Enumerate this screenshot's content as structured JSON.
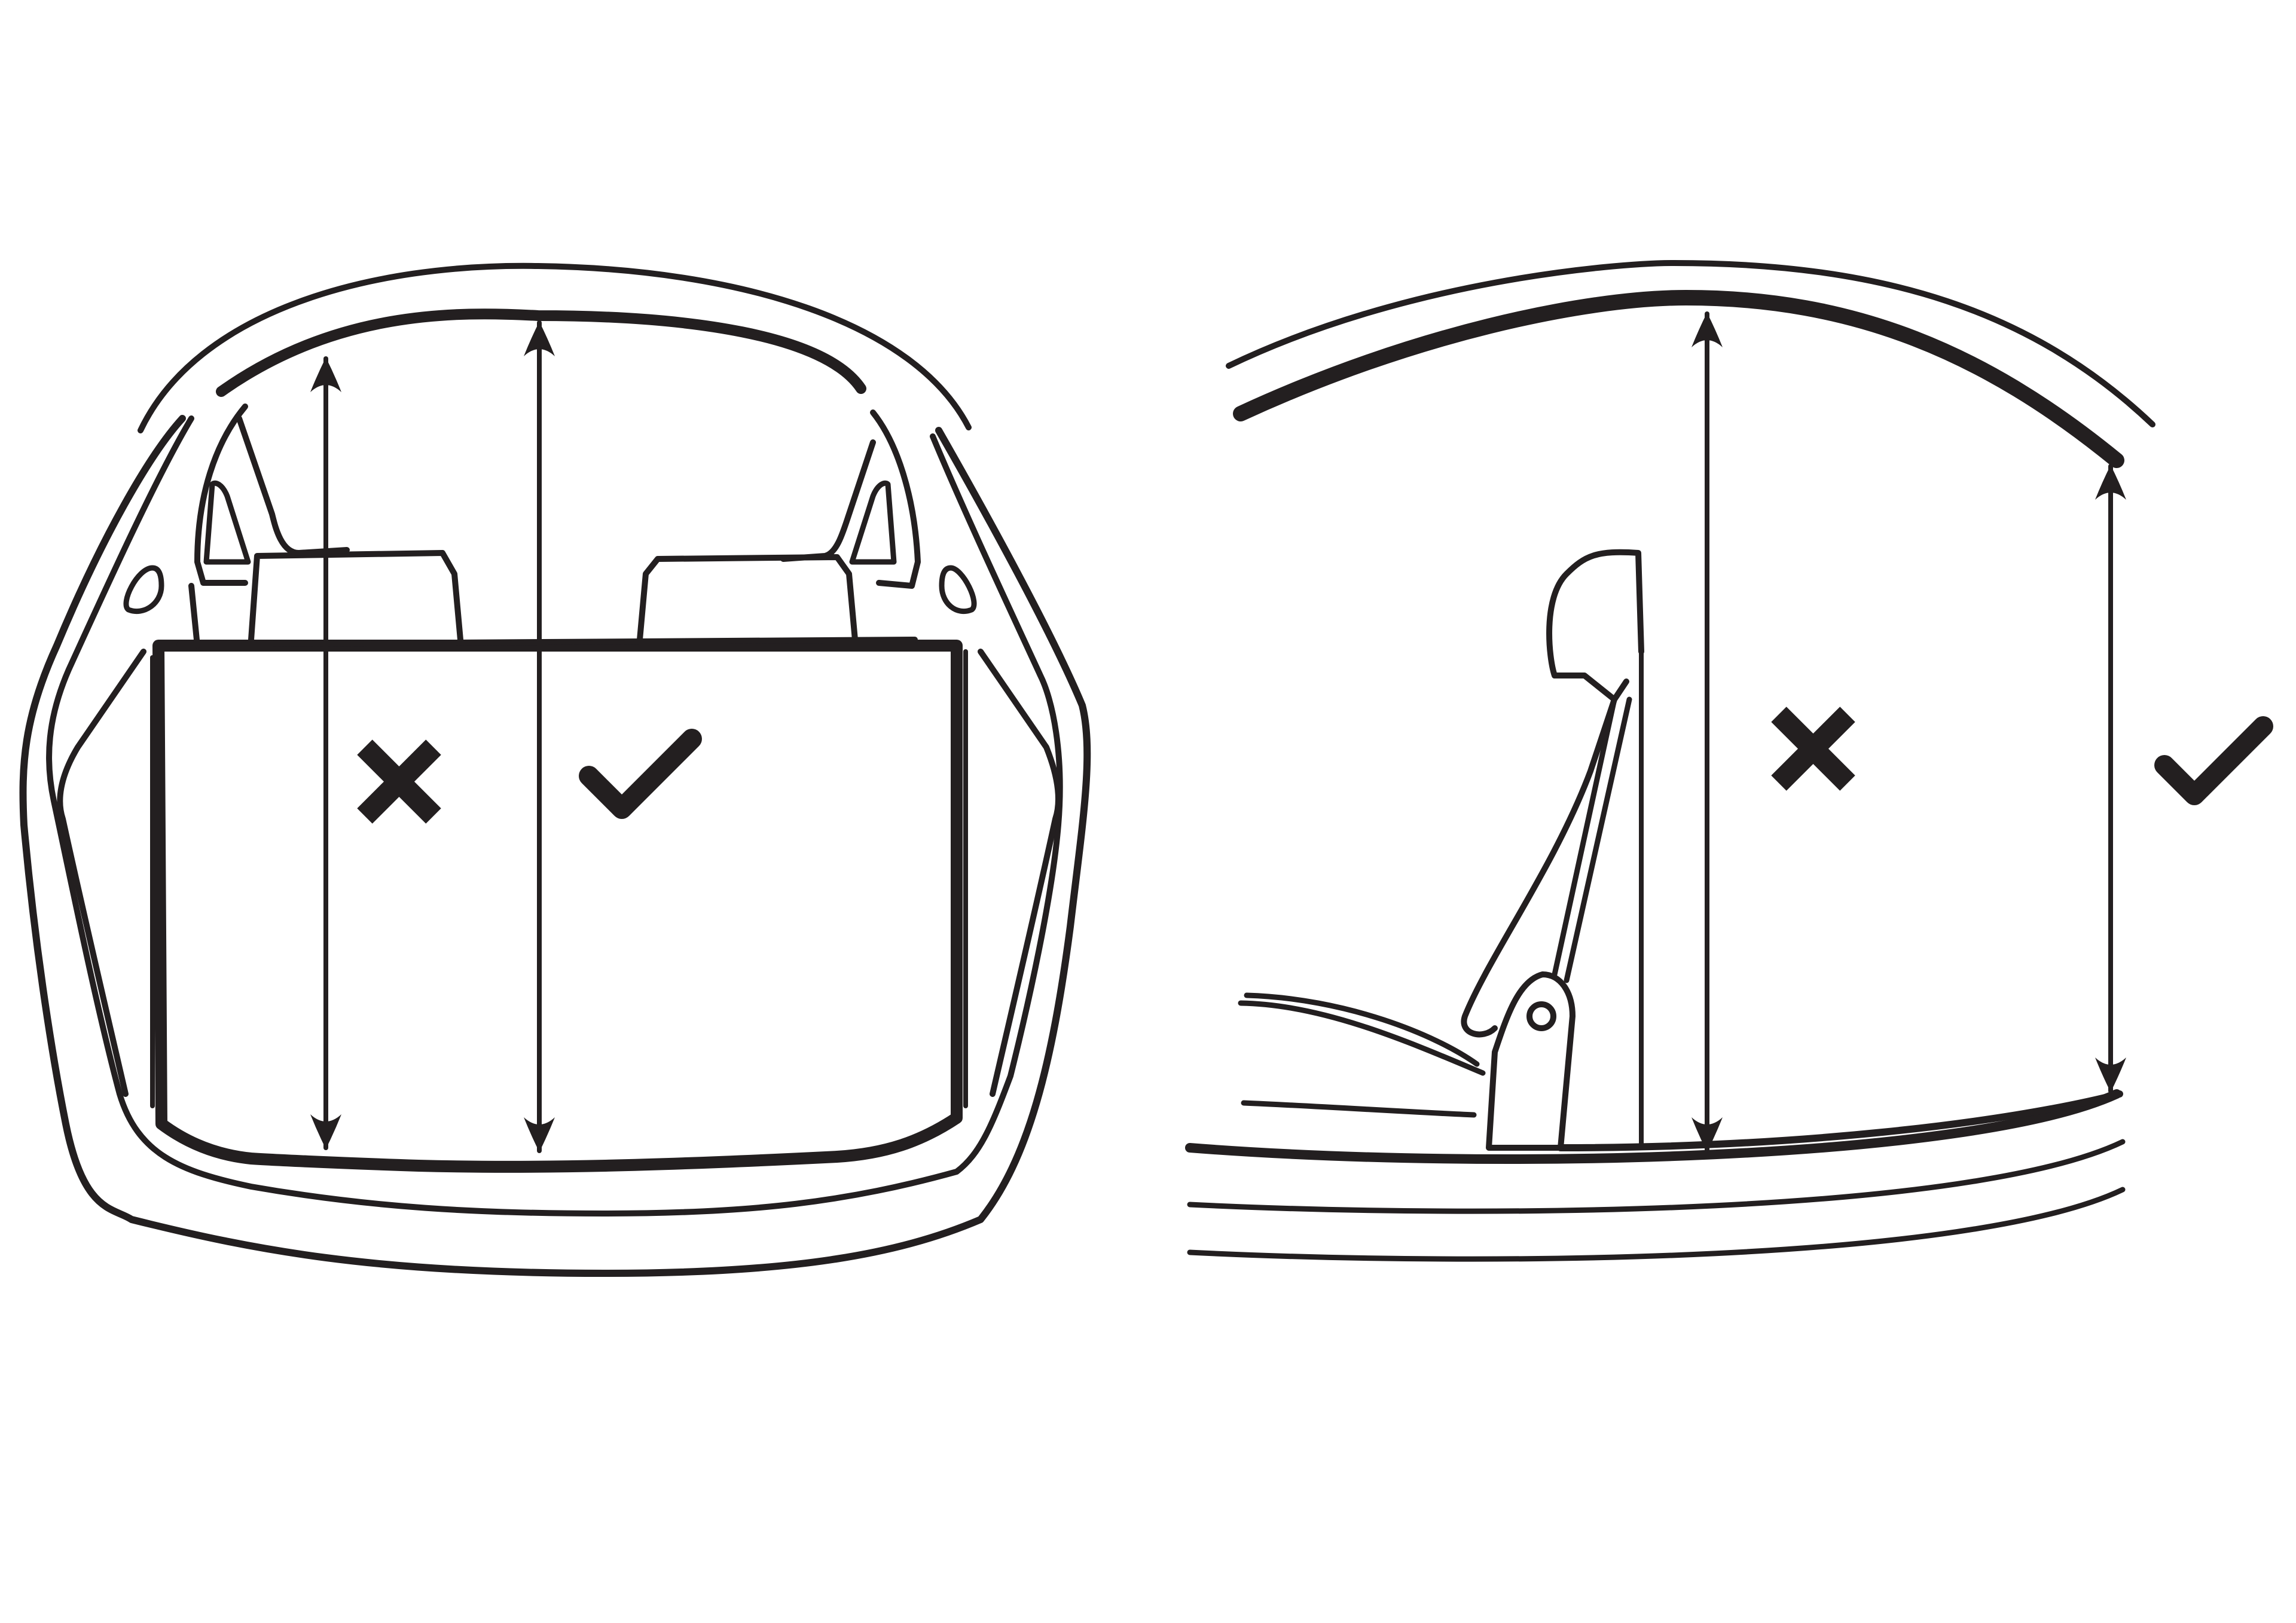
{
  "diagram": {
    "colors": {
      "ink": "#231f20",
      "background": "#ffffff"
    },
    "panels": [
      {
        "view": "rear-view",
        "measurements": [
          {
            "id": "incorrect",
            "verdict": "incorrect",
            "icon": "cross-icon"
          },
          {
            "id": "correct",
            "verdict": "correct",
            "icon": "check-icon"
          }
        ]
      },
      {
        "view": "side-view",
        "measurements": [
          {
            "id": "incorrect",
            "verdict": "incorrect",
            "icon": "cross-icon"
          },
          {
            "id": "correct",
            "verdict": "correct",
            "icon": "check-icon"
          }
        ]
      }
    ]
  }
}
